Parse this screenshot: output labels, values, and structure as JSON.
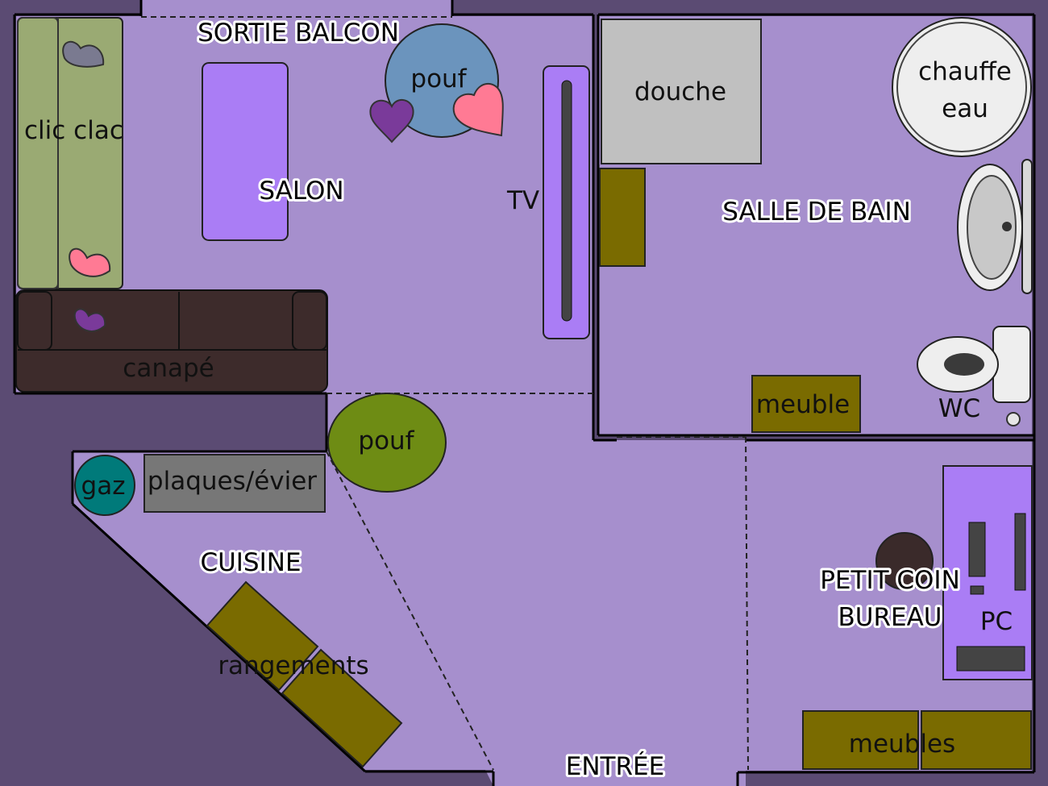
{
  "colors": {
    "outside": "#5b4b73",
    "floor": "#a68fcd",
    "wall": "#000000",
    "sofa": "#3d2b2b",
    "clic_clac": "#9aaa73",
    "table": "#aa7df5",
    "tv": "#aa7df5",
    "pouf_blue": "#6b94bd",
    "pouf_green": "#6e8c14",
    "gas": "#007a7a",
    "hob": "#777777",
    "storage": "#7a6b00",
    "shower": "#c0c0c0",
    "water_heater": "#eeeeee",
    "desk": "#aa7df5",
    "chair": "#3a2a2a",
    "heart_pink": "#ff7a94",
    "heart_purple": "#7a3a9a",
    "heart_gray": "#7a7a90"
  },
  "rooms": {
    "salon": "SALON",
    "balcony_exit": "SORTIE BALCON",
    "bathroom": "SALLE DE BAIN",
    "kitchen": "CUISINE",
    "office_line1": "PETIT COIN",
    "office_line2": "BUREAU",
    "entrance": "ENTRÉE"
  },
  "furniture": {
    "clic_clac": "clic clac",
    "sofa": "canapé",
    "pouf_salon": "pouf",
    "pouf_entrance": "pouf",
    "tv": "TV",
    "shower": "douche",
    "water_heater_line1": "chauffe",
    "water_heater_line2": "eau",
    "bathroom_cabinet": "meuble",
    "wc": "WC",
    "gas": "gaz",
    "hob_sink": "plaques/évier",
    "storage": "rangements",
    "pc": "PC",
    "office_cabinets": "meubles"
  },
  "icons": [
    "heart-icon",
    "toilet-icon",
    "sink-icon"
  ]
}
